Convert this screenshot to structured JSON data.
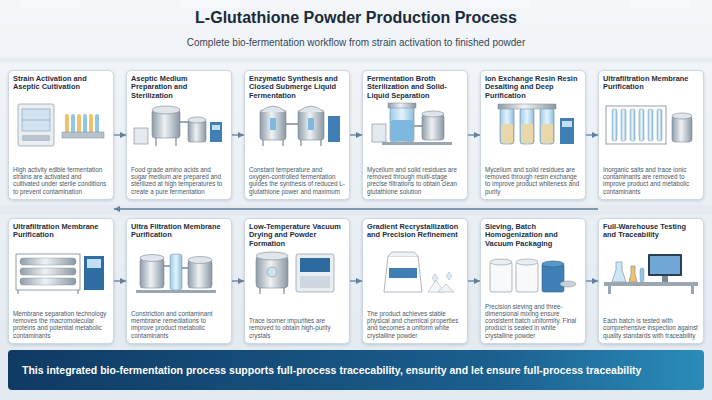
{
  "diagram": {
    "title": "L-Glutathione Powder Production Process",
    "nodes": [
      {
        "text": [
          "Strain Activation and Aseptic Cultivation",
          "High activity edible fermentation strains are activated and cultivated under sterile conditions to prevent contamination"
        ]
      },
      {
        "text": [
          "Aseptic Medium Preparation and Sterilization",
          "Food grade amino acids and sugar medium are prepared and sterilized at high temperatures to create a pure fermentation"
        ]
      },
      {
        "text": [
          "Enzymatic Synthesis and Closed Submerge Liquid Fermentation",
          "Constant temperature and oxygen-controlled fermentation guides the synthesis of reduced L-glutathione power and maximum"
        ]
      },
      {
        "text": [
          "Fermentation Broth Sterilization and Solid-Liquid Separation",
          "Mycelium and solid residues are removed through multi-stage precise filtrations to obtain clean glutathione solution"
        ]
      },
      {
        "text": [
          "Ion Exchange Resin Resin Desalting and Deep Purification",
          "Mycelium and solid residues are removed through resin exchange to improve product whiteness and purity"
        ]
      },
      {
        "text": [
          "Ultrafiltration Membrane Purification",
          "Inorganic salts and trace ionic contaminants are removed to improve product and metabolic contaminants"
        ]
      },
      {
        "text": [
          "Ultrafiltration Membrane Purification",
          "Membrane separation technology removes the macromolecular proteins and potential metabolic contaminants"
        ]
      },
      {
        "text": [
          "Ultra Filtration Membrane Purification",
          "Constriction and contaminant membrane remediations to improve product metabolic contaminants"
        ]
      },
      {
        "text": [
          "Low-Temperature Vacuum Drying and Powder Formation",
          "Trace isomer impurities are removed to obtain high-purity crystals"
        ]
      },
      {
        "text": [
          "Gradient Recrystallization and Precision Refinement",
          "The product achieves stable physical and chemical properties and becomes a uniform white crystalline powder"
        ]
      },
      {
        "text": [
          "Sieving, Batch Homogenization and Vacuum Packaging",
          "Precision sieving and three-dimensional mixing ensure consistent batch uniformity. Final product is sealed in white crystalline powder"
        ]
      },
      {
        "text": [
          "Full-Warehouse Testing and Traceability",
          "Each batch is tested with comprehensive inspection against quality standards with traceability"
        ]
      },
      {
        "text": [
          "This integrated bio-fermentation process supports full-process tracecability, ensurity and let ensure full-process traceability"
        ]
      }
    ],
    "edges": [
      {
        "from": 0,
        "to": 1,
        "arrow": "to"
      },
      {
        "from": 1,
        "to": 2,
        "arrow": "to"
      },
      {
        "from": 2,
        "to": 3,
        "arrow": "to"
      },
      {
        "from": 3,
        "to": 4,
        "arrow": "to"
      },
      {
        "from": 4,
        "to": 5,
        "arrow": "to"
      },
      {
        "from": 5,
        "to": 6,
        "arrow": "to"
      },
      {
        "from": 6,
        "to": 7,
        "arrow": "to"
      },
      {
        "from": 7,
        "to": 8,
        "arrow": "to"
      },
      {
        "from": 8,
        "to": 9,
        "arrow": "to"
      },
      {
        "from": 9,
        "to": 10,
        "arrow": "to"
      },
      {
        "from": 10,
        "to": 11,
        "arrow": "to"
      }
    ],
    "labels": [
      "Complete bio-fermentation workflow from strain activation to finished powder"
    ]
  }
}
